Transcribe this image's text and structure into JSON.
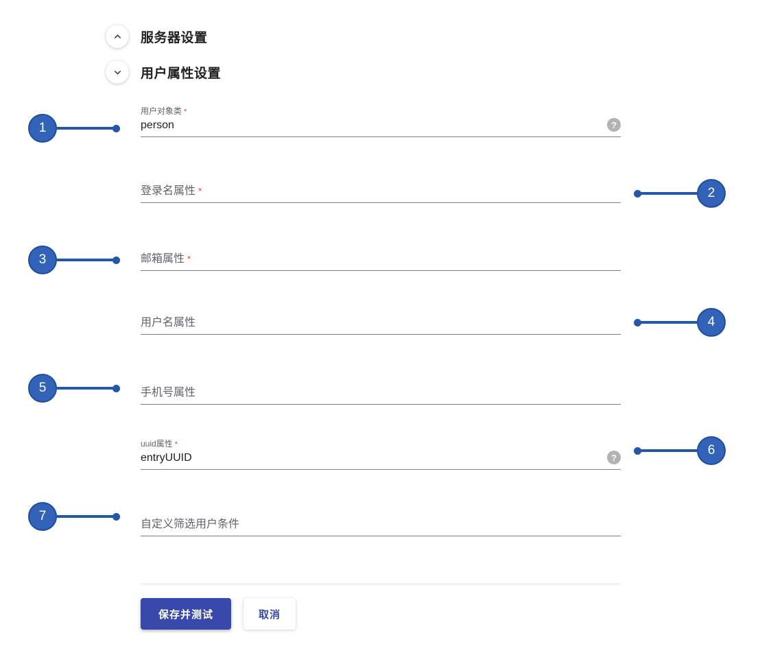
{
  "sections": [
    {
      "title": "服务器设置",
      "chevron": "up"
    },
    {
      "title": "用户属性设置",
      "chevron": "down"
    }
  ],
  "form": {
    "required_marker": "*",
    "fields": [
      {
        "label": "用户对象类",
        "required": true,
        "value": "person",
        "placeholder": "",
        "help": true
      },
      {
        "label": "登录名属性",
        "required": true,
        "value": "",
        "placeholder": "登录名属性",
        "help": false
      },
      {
        "label": "邮箱属性",
        "required": true,
        "value": "",
        "placeholder": "邮箱属性",
        "help": false
      },
      {
        "label": "用户名属性",
        "required": false,
        "value": "",
        "placeholder": "用户名属性",
        "help": false
      },
      {
        "label": "手机号属性",
        "required": false,
        "value": "",
        "placeholder": "手机号属性",
        "help": false
      },
      {
        "label": "uuid属性",
        "required": true,
        "value": "entryUUID",
        "placeholder": "",
        "help": true
      },
      {
        "label": "自定义筛选用户条件",
        "required": false,
        "value": "",
        "placeholder": "自定义筛选用户条件",
        "help": false
      }
    ],
    "buttons": {
      "save": "保存并测试",
      "cancel": "取消"
    }
  },
  "icons": {
    "help_glyph": "?"
  },
  "annotations": [
    {
      "number": "1",
      "side": "left",
      "target": "用户对象类"
    },
    {
      "number": "2",
      "side": "right",
      "target": "登录名属性"
    },
    {
      "number": "3",
      "side": "left",
      "target": "邮箱属性"
    },
    {
      "number": "4",
      "side": "right",
      "target": "用户名属性"
    },
    {
      "number": "5",
      "side": "left",
      "target": "手机号属性"
    },
    {
      "number": "6",
      "side": "right",
      "target": "uuid属性"
    },
    {
      "number": "7",
      "side": "left",
      "target": "自定义筛选用户条件"
    }
  ],
  "colors": {
    "annotation_blue": "#3363b8",
    "annotation_line": "#2457a8",
    "primary_button": "#3949ab",
    "required_red": "#e53935"
  }
}
